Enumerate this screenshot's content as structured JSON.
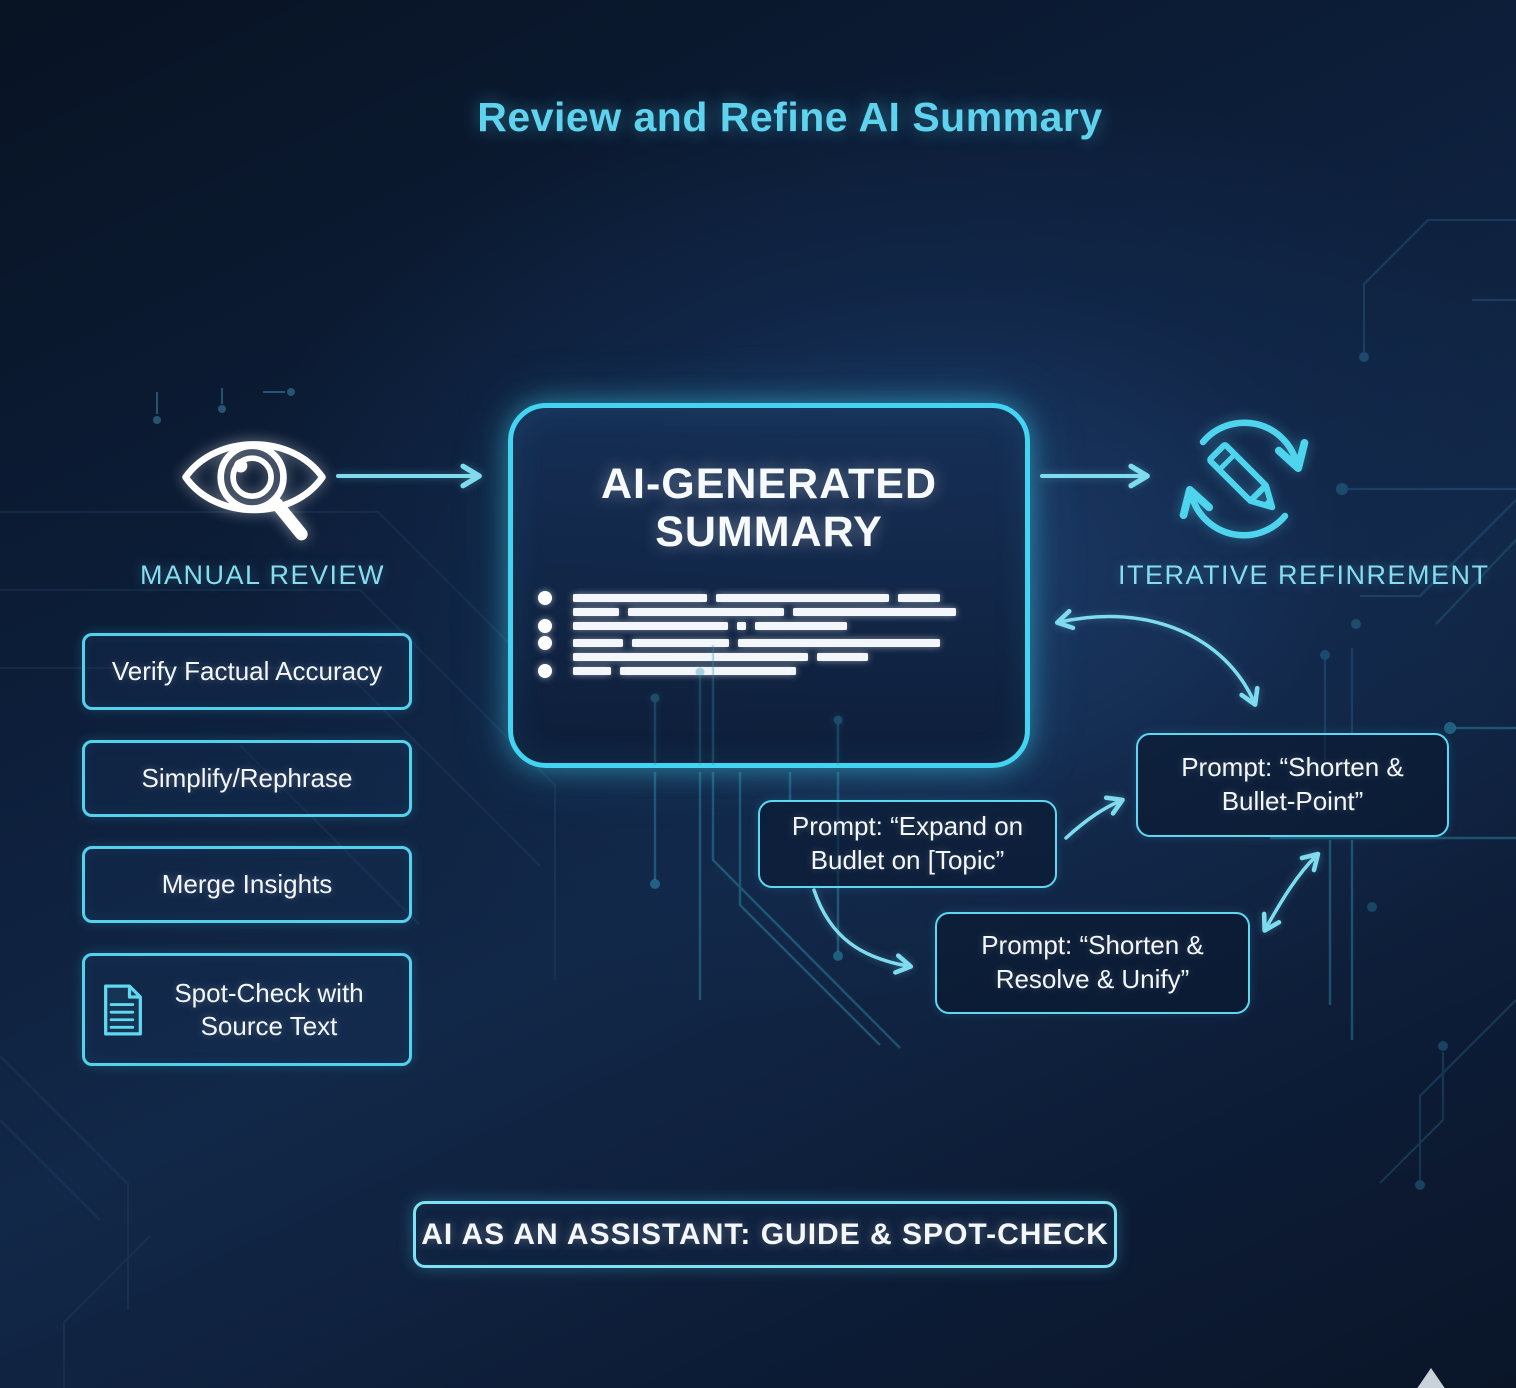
{
  "title": "Review and Refine AI Summary",
  "manual_review": {
    "label": "MANUAL REVIEW",
    "icon": "eye-magnifier-icon"
  },
  "summary_card": {
    "title_line1": "AI-GENERATED",
    "title_line2": "SUMMARY",
    "bullet_rows": [
      {
        "bullet": true,
        "gap_before": false,
        "segments": [
          32,
          41,
          10
        ]
      },
      {
        "bullet": false,
        "gap_before": false,
        "segments": [
          11,
          37,
          39
        ]
      },
      {
        "bullet": true,
        "gap_before": false,
        "segments": [
          37,
          2,
          22
        ]
      },
      {
        "bullet": true,
        "gap_before": true,
        "segments": [
          12,
          23,
          48
        ]
      },
      {
        "bullet": false,
        "gap_before": false,
        "segments": [
          56,
          12
        ]
      },
      {
        "bullet": true,
        "gap_before": false,
        "segments": [
          9,
          42
        ]
      }
    ]
  },
  "iterative_refinement": {
    "label": "ITERATIVE REFINREMENT",
    "icon": "pencil-cycle-icon"
  },
  "review_actions": [
    {
      "label": "Verify Factual Accuracy"
    },
    {
      "label": "Simplify/Rephrase"
    },
    {
      "label": "Merge Insights"
    },
    {
      "label": "Spot-Check with Source Text",
      "icon": "document-icon"
    }
  ],
  "prompts": [
    {
      "label": "Prompt: “Expand on Budlet on [Topic”"
    },
    {
      "label": "Prompt: “Shorten & Bullet-Point”"
    },
    {
      "label": "Prompt: “Shorten & Resolve & Unify”"
    }
  ],
  "footer": {
    "label": "AI AS AN ASSISTANT: GUIDE & SPOT-CHECK"
  },
  "colors": {
    "background_navy": "#0d1f3b",
    "accent_cyan": "#43d4f1",
    "label_cyan": "#87ddef",
    "arrow_cyan": "#7fdbee",
    "text_white": "#f4f8fb"
  },
  "icons": [
    "eye-magnifier-icon",
    "pencil-cycle-icon",
    "document-icon",
    "play-logo-icon"
  ]
}
